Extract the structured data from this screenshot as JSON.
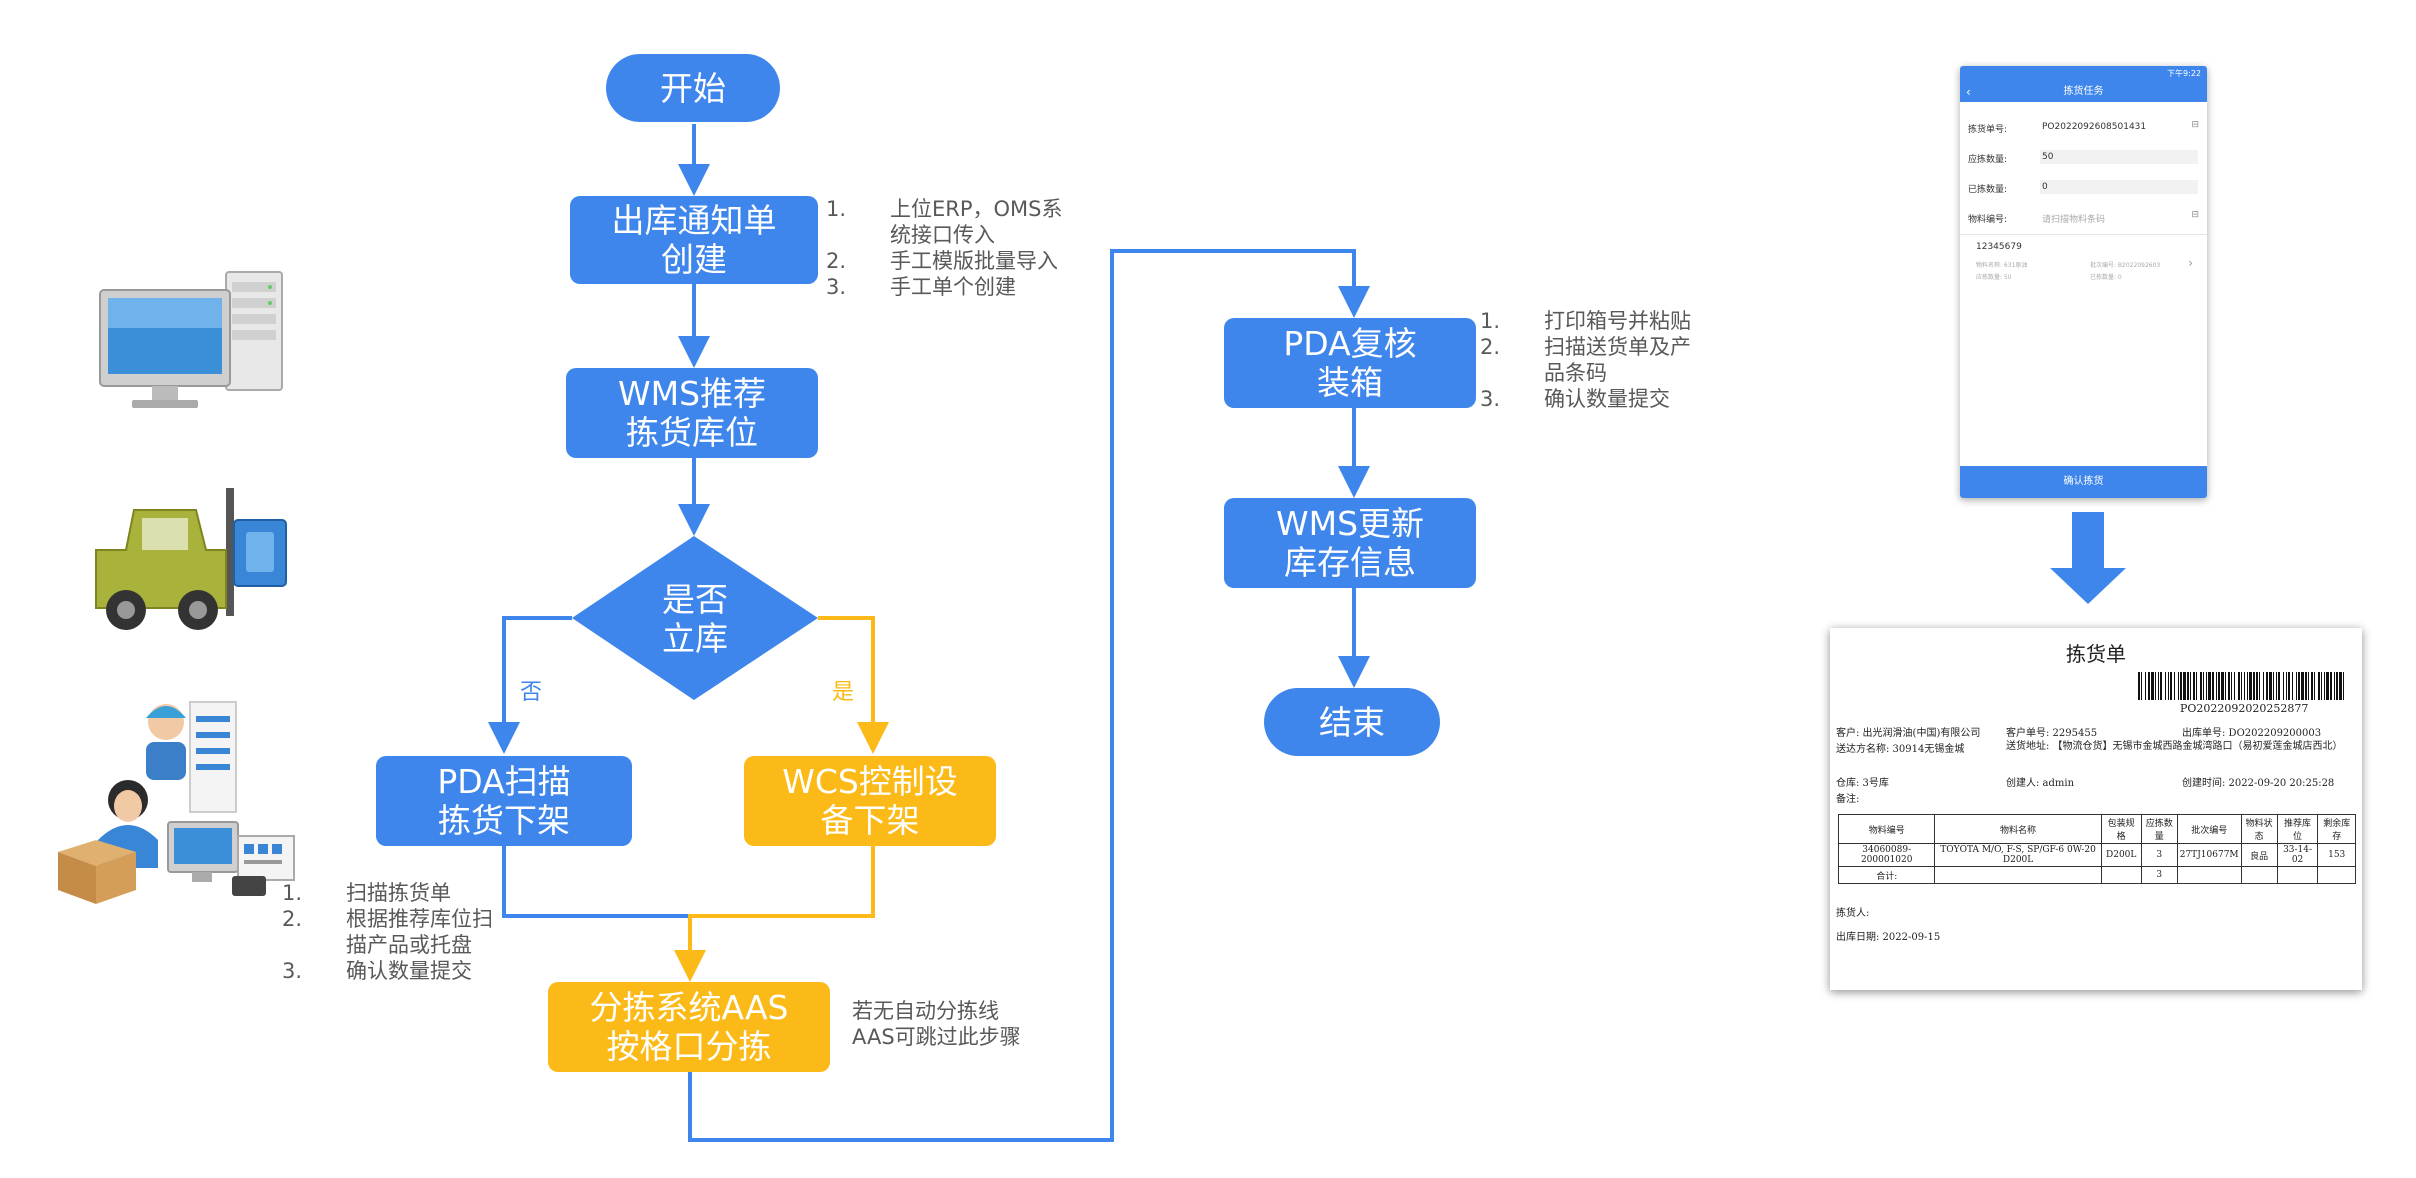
{
  "flow": {
    "start": "开始",
    "outbound_notice": "出库通知单\n创建",
    "wms_recommend": "WMS推荐\n拣货库位",
    "decision": "是否\n立库",
    "no": "否",
    "yes": "是",
    "pda_scan": "PDA扫描\n拣货下架",
    "wcs_control": "WCS控制设\n备下架",
    "aas_sort": "分拣系统AAS\n按格口分拣",
    "pda_review": "PDA复核\n装箱",
    "wms_update": "WMS更新\n库存信息",
    "end": "结束"
  },
  "notes": {
    "outbound": [
      {
        "num": "1.",
        "text": "上位ERP，OMS系\n统接口传入"
      },
      {
        "num": "2.",
        "text": "手工模版批量导入"
      },
      {
        "num": "3.",
        "text": "手工单个创建"
      }
    ],
    "pda_pick": [
      {
        "num": "1.",
        "text": "扫描拣货单"
      },
      {
        "num": "2.",
        "text": "根据推荐库位扫\n描产品或托盘"
      },
      {
        "num": "3.",
        "text": "确认数量提交"
      }
    ],
    "aas": "若无自动分拣线\nAAS可跳过此步骤",
    "review": [
      {
        "num": "1.",
        "text": "打印箱号并粘贴"
      },
      {
        "num": "2.",
        "text": "扫描送货单及产\n品条码"
      },
      {
        "num": "3.",
        "text": "确认数量提交"
      }
    ]
  },
  "icons": [
    "computer-server-icon",
    "forklift-icon",
    "warehouse-worker-icon"
  ],
  "phone": {
    "status_time": "下午9:22",
    "title": "拣货任务",
    "order_label": "拣货单号:",
    "order_value": "PO2022092608501431",
    "should_label": "应拣数量:",
    "should_value": "50",
    "picked_label": "已拣数量:",
    "picked_value": "0",
    "material_label": "物料编号:",
    "material_placeholder": "请扫描物料条码",
    "item_code": "12345679",
    "item_name": "物料名称: 631原油",
    "item_order": "批次编号: B2022092603",
    "item_should": "应拣数量: 50",
    "item_picked": "已拣数量: 0",
    "confirm": "确认拣货"
  },
  "doc": {
    "title": "拣货单",
    "barcode_text": "PO20220920202528​77",
    "customer": "客户: 出光润滑油(中国)有限公司",
    "customer_no": "客户单号: 2295455",
    "out_no": "出库单号: DO202209200003",
    "delivery_name": "送达方名称: 30914无锡金城",
    "delivery_addr": "送货地址: 【物流仓货】无锡市金城西路金城湾路口（易初爱莲金城店西北）",
    "warehouse": "仓库: 3号库",
    "creator": "创建人: admin",
    "created": "创建时间: 2022-09-20 20:25:28",
    "remark": "备注:",
    "headers": [
      "物料编号",
      "物料名称",
      "包装规格",
      "应拣数量",
      "批次编号",
      "物料状态",
      "推荐库位",
      "剩余库存"
    ],
    "row": [
      "34060089-200001020",
      "TOYOTA M/O, F-S, SP/GF-6 0W-20 D200L",
      "D200L",
      "3",
      "27TJ10677M",
      "良品",
      "33-14-02",
      "153"
    ],
    "total_label": "合计:",
    "total_value": "3",
    "picker": "拣货人:",
    "out_date": "出库日期: 2022-09-15"
  },
  "colors": {
    "blue": "#3f86ec",
    "orange": "#fbba17",
    "text": "#595959"
  }
}
